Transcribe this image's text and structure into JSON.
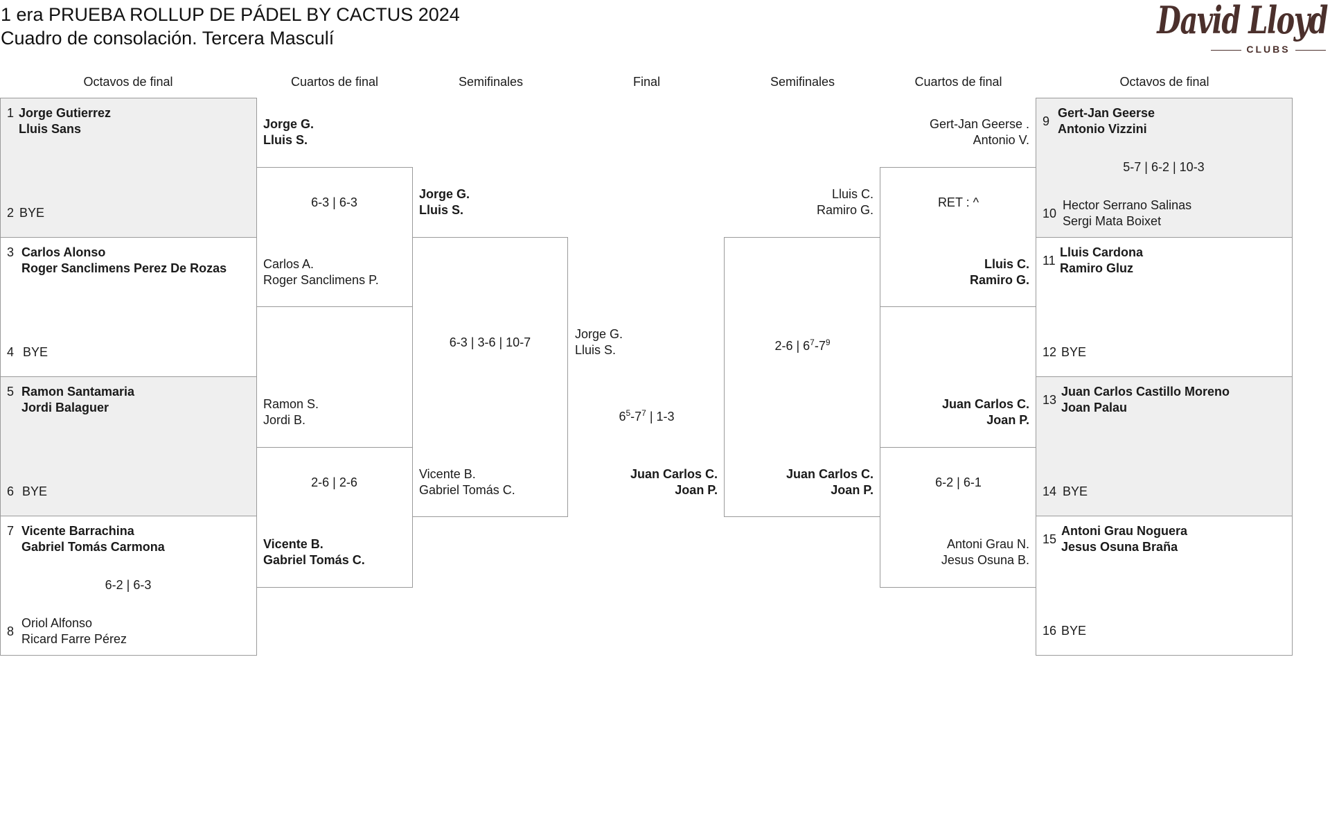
{
  "title": {
    "line1": "1 era PRUEBA ROLLUP DE PÁDEL BY CACTUS 2024",
    "line2": "Cuadro de consolación. Tercera Masculí"
  },
  "logo": {
    "script": "David Lloyd",
    "sub": "CLUBS"
  },
  "rounds": {
    "left": [
      "Octavos de final",
      "Cuartos de final",
      "Semifinales"
    ],
    "final": "Final",
    "right": [
      "Semifinales",
      "Cuartos de final",
      "Octavos de final"
    ]
  },
  "r16_left": [
    {
      "seed": "1",
      "p1": "Jorge Gutierrez",
      "p2": "Lluis Sans",
      "winner": true
    },
    {
      "seed": "2",
      "p1": "BYE"
    },
    {
      "seed": "3",
      "p1": "Carlos Alonso",
      "p2": "Roger Sanclimens Perez De Rozas",
      "winner": true
    },
    {
      "seed": "4",
      "p1": "BYE"
    },
    {
      "seed": "5",
      "p1": "Ramon Santamaria",
      "p2": "Jordi Balaguer",
      "winner": true
    },
    {
      "seed": "6",
      "p1": "BYE"
    },
    {
      "seed": "7",
      "p1": "Vicente Barrachina",
      "p2": "Gabriel Tomás Carmona",
      "winner": true
    },
    {
      "seed": "8",
      "p1": "Oriol Alfonso",
      "p2": "Ricard Farre Pérez"
    }
  ],
  "r16_left_scores": {
    "m4": "6-2 | 6-3"
  },
  "r16_right": [
    {
      "seed": "9",
      "p1": "Gert-Jan Geerse",
      "p2": "Antonio Vizzini",
      "winner": true
    },
    {
      "seed": "10",
      "p1": "Hector Serrano Salinas",
      "p2": "Sergi Mata Boixet"
    },
    {
      "seed": "11",
      "p1": "Lluis Cardona",
      "p2": "Ramiro Gluz",
      "winner": true
    },
    {
      "seed": "12",
      "p1": "BYE"
    },
    {
      "seed": "13",
      "p1": "Juan Carlos Castillo Moreno",
      "p2": "Joan Palau",
      "winner": true
    },
    {
      "seed": "14",
      "p1": "BYE"
    },
    {
      "seed": "15",
      "p1": "Antoni Grau Noguera",
      "p2": "Jesus Osuna Braña",
      "winner": true
    },
    {
      "seed": "16",
      "p1": "BYE"
    }
  ],
  "r16_right_scores": {
    "m1": "5-7 | 6-2 | 10-3"
  },
  "qf_left": [
    {
      "p1": "Jorge G.",
      "p2": "Lluis S.",
      "winner": true
    },
    {
      "p1": "Carlos A.",
      "p2": "Roger Sanclimens P."
    },
    {
      "p1": "Ramon S.",
      "p2": "Jordi B."
    },
    {
      "p1": "Vicente B.",
      "p2": "Gabriel Tomás C.",
      "winner": true
    }
  ],
  "qf_left_scores": [
    "6-3 | 6-3",
    "2-6 | 2-6"
  ],
  "qf_right": [
    {
      "p1": "Gert-Jan Geerse .",
      "p2": "Antonio V."
    },
    {
      "p1": "Lluis C.",
      "p2": "Ramiro G.",
      "winner": true
    },
    {
      "p1": "Juan Carlos C.",
      "p2": "Joan P.",
      "winner": true
    },
    {
      "p1": "Antoni Grau N.",
      "p2": "Jesus Osuna B."
    }
  ],
  "qf_right_scores": [
    "RET : ^",
    "6-2 | 6-1"
  ],
  "sf_left": [
    {
      "p1": "Jorge G.",
      "p2": "Lluis S.",
      "winner": true
    },
    {
      "p1": "Vicente B.",
      "p2": "Gabriel Tomás C."
    }
  ],
  "sf_left_score": "6-3 | 3-6 | 10-7",
  "sf_right": [
    {
      "p1": "Lluis C.",
      "p2": "Ramiro G."
    },
    {
      "p1": "Juan Carlos C.",
      "p2": "Joan P.",
      "winner": true
    }
  ],
  "sf_right_score": {
    "a": "2-6 | 6",
    "sup1": "7",
    "b": "-7",
    "sup2": "9"
  },
  "final": {
    "left": {
      "p1": "Jorge G.",
      "p2": "Lluis S."
    },
    "right": {
      "p1": "Juan Carlos C.",
      "p2": "Joan P.",
      "winner": true
    },
    "score": {
      "a": "6",
      "sup1": "5",
      "b": "-7",
      "sup2": "7",
      "c": " | 1-3"
    }
  }
}
